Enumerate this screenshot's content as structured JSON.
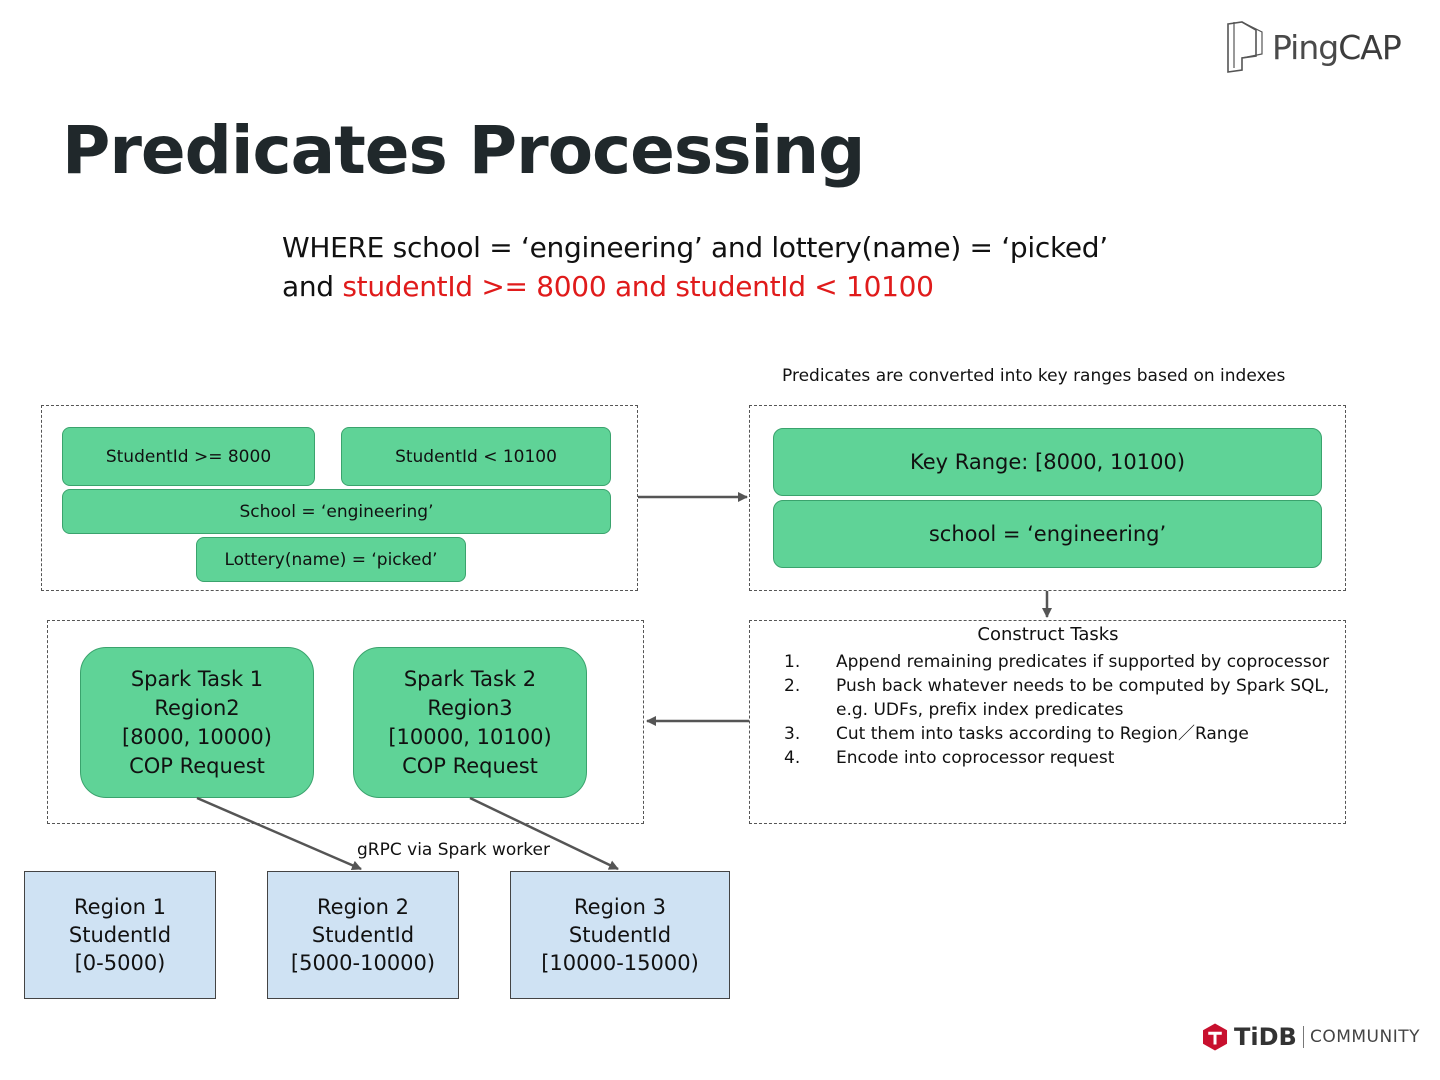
{
  "logo": {
    "brand_prefix": "Ping",
    "brand_suffix": "CAP"
  },
  "title": "Predicates Processing",
  "sql": {
    "line1": "WHERE school = ‘engineering’  and lottery(name) = ‘picked’",
    "line2_prefix": "and ",
    "line2_highlight": "studentId >= 8000 and studentId < 10100",
    "highlight_color": "#e01b1b"
  },
  "predicates": {
    "p1": "StudentId >= 8000",
    "p2": "StudentId < 10100",
    "p3": "School = ‘engineering’",
    "p4": "Lottery(name) = ‘picked’"
  },
  "key_ranges": {
    "caption": "Predicates are converted into key ranges based on indexes",
    "range": "Key Range: [8000, 10100)",
    "filter": "school = ‘engineering’"
  },
  "construct_tasks": {
    "title": "Construct Tasks",
    "items": [
      {
        "num": "1.",
        "text": "Append remaining predicates if supported by coprocessor"
      },
      {
        "num": "2.",
        "text": "Push back whatever needs to be computed by Spark SQL, e.g. UDFs, prefix index predicates"
      },
      {
        "num": "3.",
        "text": "Cut them into tasks according to Region／Range"
      },
      {
        "num": "4.",
        "text": "Encode into coprocessor request"
      }
    ]
  },
  "spark_tasks": [
    {
      "name": "Spark Task 1",
      "region": "Region2",
      "range": "[8000, 10000)",
      "request": "COP Request"
    },
    {
      "name": "Spark Task 2",
      "region": "Region3",
      "range": "[10000, 10100)",
      "request": "COP Request"
    }
  ],
  "grpc_label": "gRPC via Spark worker",
  "regions": [
    {
      "name": "Region 1",
      "key": "StudentId",
      "range": "[0-5000)"
    },
    {
      "name": "Region 2",
      "key": "StudentId",
      "range": "[5000-10000)"
    },
    {
      "name": "Region 3",
      "key": "StudentId",
      "range": "[10000-15000)"
    }
  ],
  "footer": {
    "tidb": "TiDB",
    "community": "COMMUNITY"
  },
  "colors": {
    "green_fill": "#5fd397",
    "blue_fill": "#cfe2f3",
    "tidb_red": "#c8102e"
  },
  "icons": {
    "pingcap": "pingcap-logo-icon",
    "tidb": "tidb-logo-icon"
  }
}
